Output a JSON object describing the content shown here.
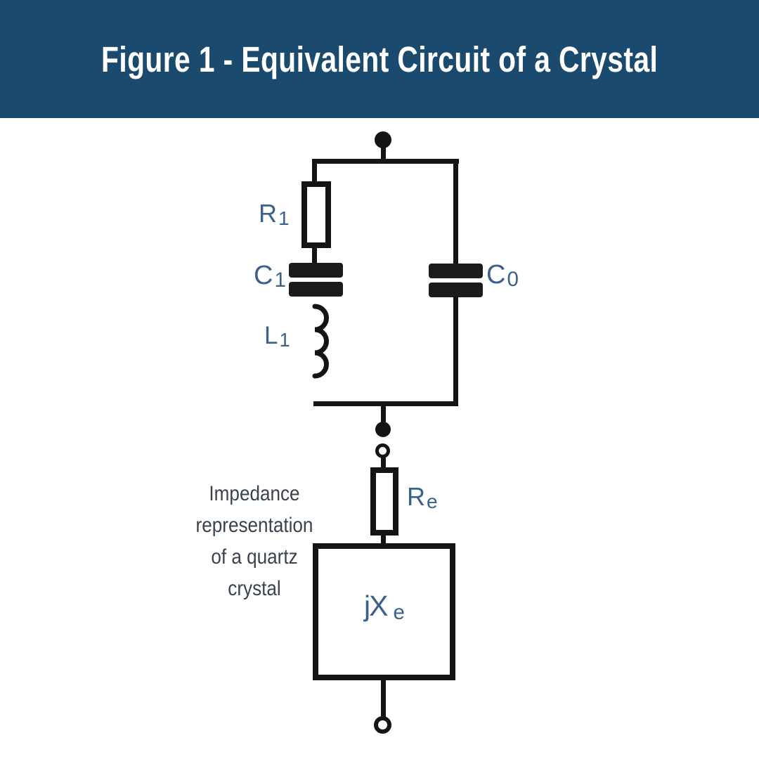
{
  "figure": {
    "title": "Figure 1 - Equivalent Circuit of a Crystal",
    "components": {
      "r1": {
        "main": "R",
        "sub": "1"
      },
      "c1": {
        "main": "C",
        "sub": "1"
      },
      "l1": {
        "main": "L",
        "sub": "1"
      },
      "c0": {
        "main": "C",
        "sub": "0"
      },
      "re": {
        "main": "R",
        "sub": "e"
      },
      "jxe": {
        "main": "jX",
        "sub": "e"
      }
    },
    "annotation": {
      "lines": [
        "Impedance",
        "representation",
        "of a quartz",
        "crystal"
      ]
    }
  },
  "colors": {
    "banner_bg": "#1A4A6E",
    "title": "#FFFFFF",
    "line": "#141414",
    "plate": "#1B1B1B",
    "label": "#3B618C",
    "annot": "#39434D"
  }
}
